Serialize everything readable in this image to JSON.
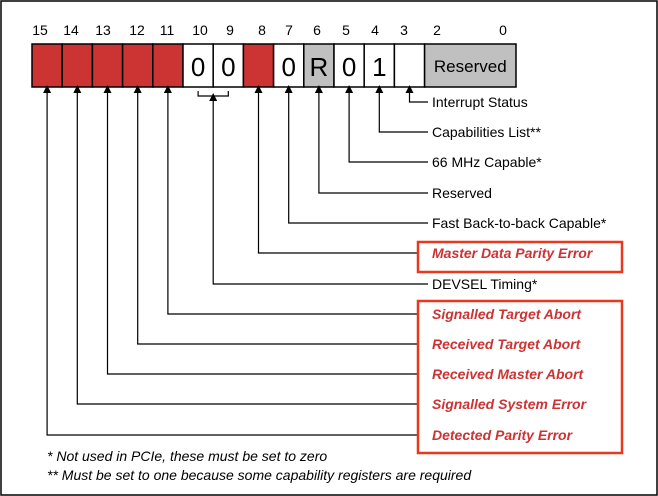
{
  "colors": {
    "highlight_fill": "#cc3333",
    "highlight_text": "#cc3333",
    "highlight_box": "#e8391f",
    "reserved_fill": "#c0c0c0",
    "frame": "#000000"
  },
  "bit_numbers": [
    "15",
    "14",
    "13",
    "12",
    "11",
    "10",
    "9",
    "8",
    "7",
    "6",
    "5",
    "4",
    "3",
    "2",
    "0"
  ],
  "cells": [
    {
      "bit": "15",
      "value": "",
      "style": "highlight"
    },
    {
      "bit": "14",
      "value": "",
      "style": "highlight"
    },
    {
      "bit": "13",
      "value": "",
      "style": "highlight"
    },
    {
      "bit": "12",
      "value": "",
      "style": "highlight"
    },
    {
      "bit": "11",
      "value": "",
      "style": "highlight"
    },
    {
      "bit": "10",
      "value": "0",
      "style": "plain"
    },
    {
      "bit": "9",
      "value": "0",
      "style": "plain"
    },
    {
      "bit": "8",
      "value": "",
      "style": "highlight"
    },
    {
      "bit": "7",
      "value": "0",
      "style": "plain"
    },
    {
      "bit": "6",
      "value": "R",
      "style": "reserved"
    },
    {
      "bit": "5",
      "value": "0",
      "style": "plain"
    },
    {
      "bit": "4",
      "value": "1",
      "style": "plain"
    },
    {
      "bit": "3",
      "value": "",
      "style": "plain"
    },
    {
      "bit": "2-0",
      "value": "Reserved",
      "style": "reserved"
    }
  ],
  "fields": [
    {
      "bit": "3",
      "label": "Interrupt Status",
      "highlight": false
    },
    {
      "bit": "4",
      "label": "Capabilities List**",
      "highlight": false
    },
    {
      "bit": "5",
      "label": "66 MHz Capable*",
      "highlight": false
    },
    {
      "bit": "6",
      "label": "Reserved",
      "highlight": false
    },
    {
      "bit": "7",
      "label": "Fast Back-to-back Capable*",
      "highlight": false
    },
    {
      "bit": "8",
      "label": "Master Data Parity Error",
      "highlight": true
    },
    {
      "bit": "10-9",
      "label": "DEVSEL Timing*",
      "highlight": false
    },
    {
      "bit": "11",
      "label": "Signalled Target Abort",
      "highlight": true
    },
    {
      "bit": "12",
      "label": "Received Target Abort",
      "highlight": true
    },
    {
      "bit": "13",
      "label": "Received Master Abort",
      "highlight": true
    },
    {
      "bit": "14",
      "label": "Signalled System Error",
      "highlight": true
    },
    {
      "bit": "15",
      "label": "Detected Parity Error",
      "highlight": true
    }
  ],
  "footnotes": [
    "* Not used in PCIe, these must be set to zero",
    "** Must be set to one because some capability registers are required"
  ]
}
